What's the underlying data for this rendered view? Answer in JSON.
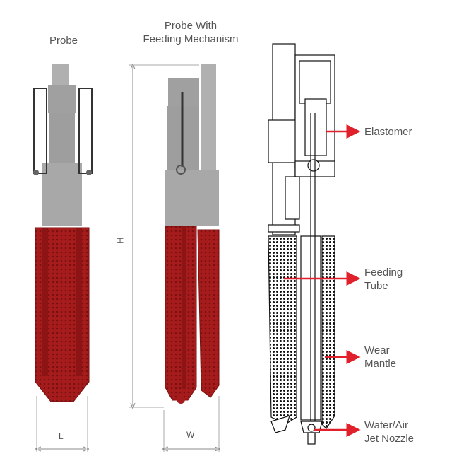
{
  "titles": {
    "probe": "Probe",
    "probe_feeding_line1": "Probe With",
    "probe_feeding_line2": "Feeding Mechanism"
  },
  "dimensions": {
    "height": "H",
    "length": "L",
    "width": "W"
  },
  "callouts": {
    "elastomer": "Elastomer",
    "feeding_tube_line1": "Feeding",
    "feeding_tube_line2": "Tube",
    "wear_mantle_line1": "Wear",
    "wear_mantle_line2": "Mantle",
    "nozzle_line1": "Water/Air",
    "nozzle_line2": "Jet Nozzle"
  },
  "colors": {
    "steel": "#9e9e9e",
    "mantle": "#a61c1c",
    "callout_arrow": "#e0202a",
    "text": "#555555"
  }
}
